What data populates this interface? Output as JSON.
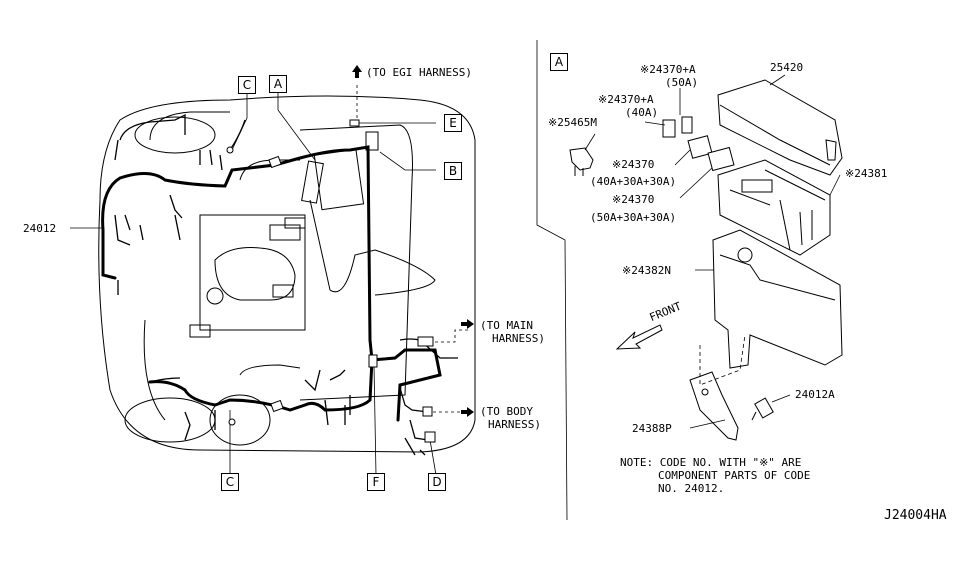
{
  "left_view": {
    "part_24012": "24012",
    "to_egi": "(TO EGI HARNESS)",
    "to_main_1": "(TO MAIN",
    "to_main_2": "HARNESS)",
    "to_body_1": "(TO BODY",
    "to_body_2": "HARNESS)",
    "callouts": [
      "A",
      "B",
      "C",
      "C",
      "D",
      "E",
      "F"
    ]
  },
  "detail_view": {
    "header": "A",
    "parts": {
      "p25420": "25420",
      "p24370A_50": "※24370+A",
      "p24370A_50_sub": "(50A)",
      "p24370A_40": "※24370+A",
      "p24370A_40_sub": "(40A)",
      "p25465M": "※25465M",
      "p24370_1": "※24370",
      "p24370_1_sub": "(40A+30A+30A)",
      "p24370_2": "※24370",
      "p24370_2_sub": "(50A+30A+30A)",
      "p24381": "※24381",
      "p24382N": "※24382N",
      "front": "FRONT",
      "p24012A": "24012A",
      "p24388P": "24388P"
    },
    "note_lines": [
      "NOTE: CODE NO. WITH \"※\" ARE",
      "COMPONENT PARTS OF CODE",
      "NO. 24012."
    ]
  },
  "diagram_code": "J24004HA"
}
